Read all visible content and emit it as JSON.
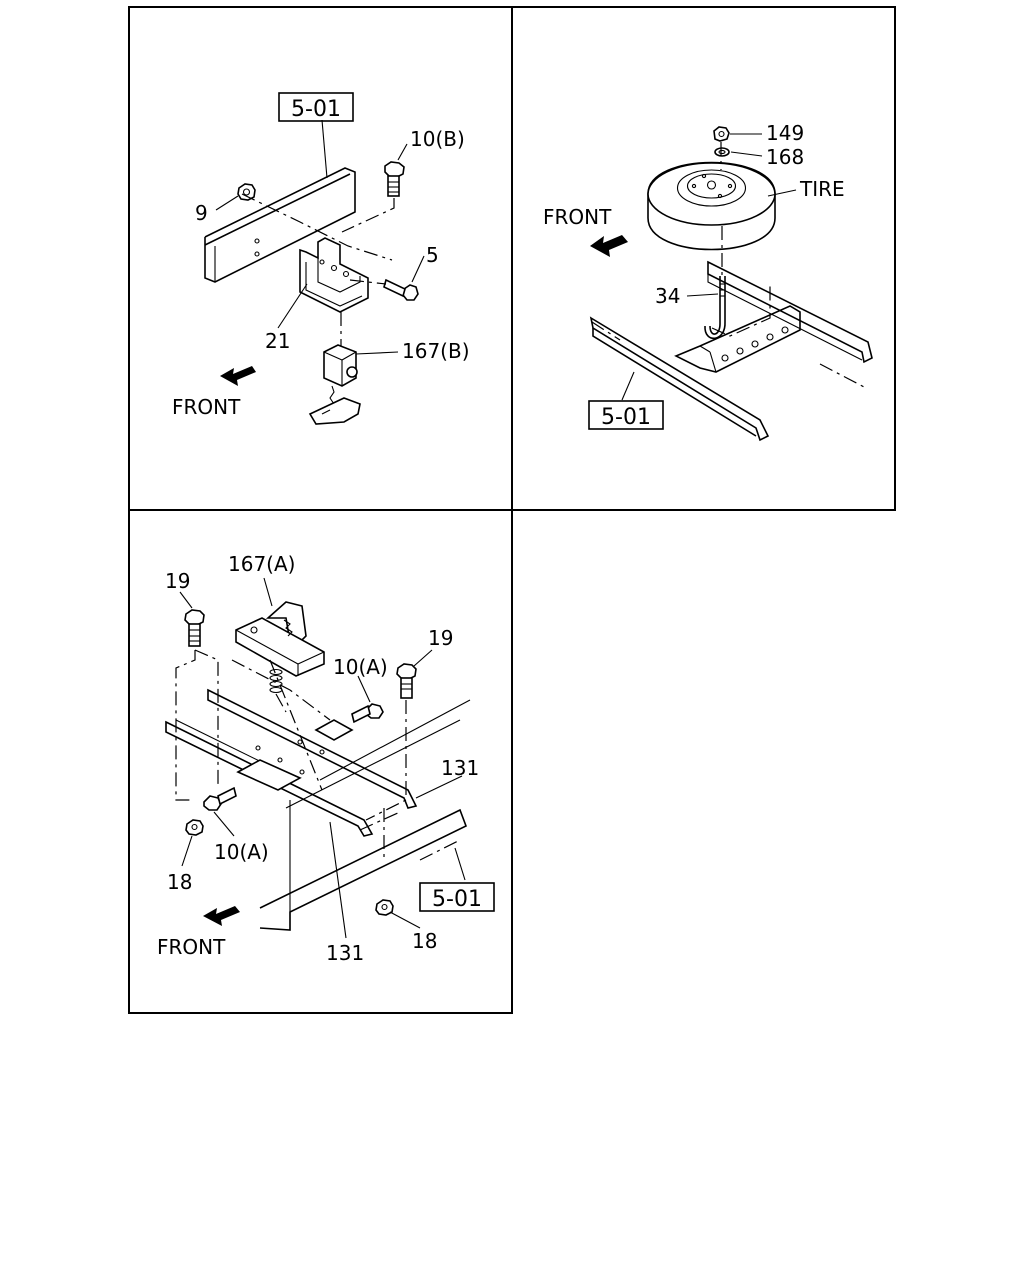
{
  "panels": {
    "top_left": {
      "ref_box": "5-01",
      "front": "FRONT",
      "callouts": {
        "c10b": "10(B)",
        "c9": "9",
        "c5": "5",
        "c21": "21",
        "c167b": "167(B)"
      }
    },
    "top_right": {
      "ref_box": "5-01",
      "front": "FRONT",
      "callouts": {
        "c149": "149",
        "c168": "168",
        "tire": "TIRE",
        "c34": "34"
      }
    },
    "bottom_left": {
      "ref_box": "5-01",
      "front": "FRONT",
      "callouts": {
        "c167a": "167(A)",
        "c19a": "19",
        "c19b": "19",
        "c10a1": "10(A)",
        "c131a": "131",
        "c10a2": "10(A)",
        "c18a": "18",
        "c131b": "131",
        "c18b": "18"
      }
    }
  },
  "colors": {
    "line": "#000000",
    "background": "#ffffff"
  }
}
